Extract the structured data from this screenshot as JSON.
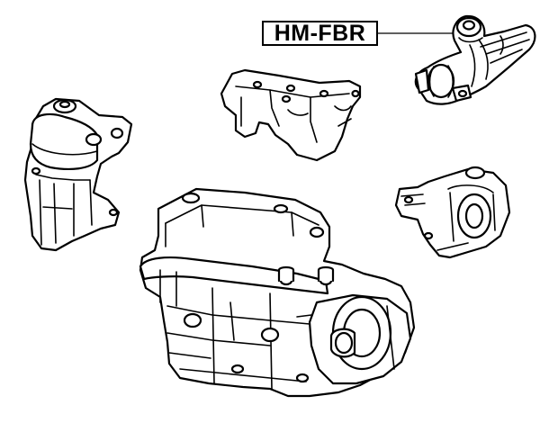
{
  "diagram": {
    "part_code": "HM-FBR",
    "highlighted_part": "rear-torque-rod-mount",
    "parts": [
      "rear-torque-rod-mount",
      "upper-bracket",
      "right-engine-mount",
      "left-transmission-mount",
      "engine-transmission-assembly"
    ],
    "colors": {
      "line": "#000000",
      "background": "#ffffff"
    }
  }
}
